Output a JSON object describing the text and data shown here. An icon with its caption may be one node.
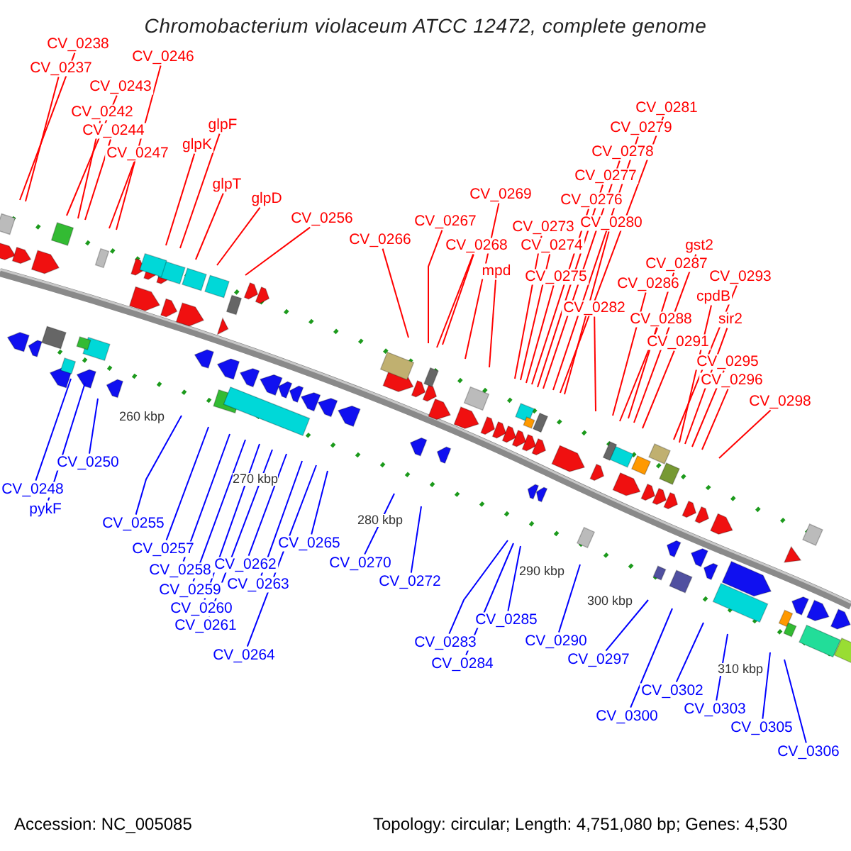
{
  "diagram": {
    "title": "Chromobacterium violaceum ATCC 12472, complete genome",
    "nodes": [
      {
        "text": [
          "CV_0238"
        ]
      },
      {
        "text": [
          "CV_0237"
        ]
      },
      {
        "text": [
          "CV_0246"
        ]
      },
      {
        "text": [
          "CV_0243"
        ]
      },
      {
        "text": [
          "CV_0242"
        ]
      },
      {
        "text": [
          "CV_0244"
        ]
      },
      {
        "text": [
          "CV_0247"
        ]
      },
      {
        "text": [
          "glpF"
        ]
      },
      {
        "text": [
          "glpK"
        ]
      },
      {
        "text": [
          "glpT"
        ]
      },
      {
        "text": [
          "glpD"
        ]
      },
      {
        "text": [
          "CV_0256"
        ]
      },
      {
        "text": [
          "CV_0266"
        ]
      },
      {
        "text": [
          "CV_0269"
        ]
      },
      {
        "text": [
          "CV_0267"
        ]
      },
      {
        "text": [
          "CV_0268"
        ]
      },
      {
        "text": [
          "mpd"
        ]
      },
      {
        "text": [
          "CV_0273"
        ]
      },
      {
        "text": [
          "CV_0274"
        ]
      },
      {
        "text": [
          "CV_0275"
        ]
      },
      {
        "text": [
          "CV_0276"
        ]
      },
      {
        "text": [
          "CV_0277"
        ]
      },
      {
        "text": [
          "CV_0278"
        ]
      },
      {
        "text": [
          "CV_0279"
        ]
      },
      {
        "text": [
          "CV_0281"
        ]
      },
      {
        "text": [
          "CV_0280"
        ]
      },
      {
        "text": [
          "CV_0282"
        ]
      },
      {
        "text": [
          "gst2"
        ]
      },
      {
        "text": [
          "CV_0287"
        ]
      },
      {
        "text": [
          "CV_0286"
        ]
      },
      {
        "text": [
          "CV_0288"
        ]
      },
      {
        "text": [
          "CV_0291"
        ]
      },
      {
        "text": [
          "CV_0293"
        ]
      },
      {
        "text": [
          "cpdB"
        ]
      },
      {
        "text": [
          "sir2"
        ]
      },
      {
        "text": [
          "CV_0295"
        ]
      },
      {
        "text": [
          "CV_0296"
        ]
      },
      {
        "text": [
          "CV_0298"
        ]
      },
      {
        "text": [
          "CV_0248"
        ]
      },
      {
        "text": [
          "pykF"
        ]
      },
      {
        "text": [
          "CV_0250"
        ]
      },
      {
        "text": [
          "CV_0255"
        ]
      },
      {
        "text": [
          "CV_0257"
        ]
      },
      {
        "text": [
          "CV_0258"
        ]
      },
      {
        "text": [
          "CV_0259"
        ]
      },
      {
        "text": [
          "CV_0260"
        ]
      },
      {
        "text": [
          "CV_0261"
        ]
      },
      {
        "text": [
          "CV_0262"
        ]
      },
      {
        "text": [
          "CV_0263"
        ]
      },
      {
        "text": [
          "CV_0264"
        ]
      },
      {
        "text": [
          "CV_0265"
        ]
      },
      {
        "text": [
          "CV_0270"
        ]
      },
      {
        "text": [
          "CV_0272"
        ]
      },
      {
        "text": [
          "CV_0283"
        ]
      },
      {
        "text": [
          "CV_0284"
        ]
      },
      {
        "text": [
          "CV_0285"
        ]
      },
      {
        "text": [
          "CV_0290"
        ]
      },
      {
        "text": [
          "CV_0297"
        ]
      },
      {
        "text": [
          "CV_0300"
        ]
      },
      {
        "text": [
          "CV_0302"
        ]
      },
      {
        "text": [
          "CV_0303"
        ]
      },
      {
        "text": [
          "CV_0305"
        ]
      },
      {
        "text": [
          "CV_0306"
        ]
      }
    ],
    "edges": [
      {
        "from": 0,
        "to": null,
        "arrow": "none"
      },
      {
        "from": 1,
        "to": null,
        "arrow": "none"
      },
      {
        "from": 2,
        "to": null,
        "arrow": "none"
      },
      {
        "from": 3,
        "to": null,
        "arrow": "none"
      },
      {
        "from": 4,
        "to": null,
        "arrow": "none"
      },
      {
        "from": 5,
        "to": null,
        "arrow": "none"
      },
      {
        "from": 6,
        "to": null,
        "arrow": "none"
      },
      {
        "from": 7,
        "to": null,
        "arrow": "none"
      },
      {
        "from": 8,
        "to": null,
        "arrow": "none"
      },
      {
        "from": 9,
        "to": null,
        "arrow": "none"
      },
      {
        "from": 10,
        "to": null,
        "arrow": "none"
      },
      {
        "from": 11,
        "to": null,
        "arrow": "none"
      },
      {
        "from": 12,
        "to": null,
        "arrow": "none"
      },
      {
        "from": 13,
        "to": null,
        "arrow": "none"
      },
      {
        "from": 14,
        "to": null,
        "arrow": "none"
      },
      {
        "from": 15,
        "to": null,
        "arrow": "none"
      },
      {
        "from": 15,
        "to": null,
        "arrow": "none"
      },
      {
        "from": 16,
        "to": null,
        "arrow": "none"
      },
      {
        "from": 17,
        "to": null,
        "arrow": "none"
      },
      {
        "from": 18,
        "to": null,
        "arrow": "none"
      },
      {
        "from": 19,
        "to": null,
        "arrow": "none"
      },
      {
        "from": 20,
        "to": null,
        "arrow": "none"
      },
      {
        "from": 21,
        "to": null,
        "arrow": "none"
      },
      {
        "from": 22,
        "to": null,
        "arrow": "none"
      },
      {
        "from": 23,
        "to": null,
        "arrow": "none"
      },
      {
        "from": 24,
        "to": null,
        "arrow": "none"
      },
      {
        "from": 25,
        "to": null,
        "arrow": "none"
      },
      {
        "from": 26,
        "to": null,
        "arrow": "none"
      },
      {
        "from": 27,
        "to": null,
        "arrow": "none"
      },
      {
        "from": 28,
        "to": null,
        "arrow": "none"
      },
      {
        "from": 29,
        "to": null,
        "arrow": "none"
      },
      {
        "from": 30,
        "to": null,
        "arrow": "none"
      },
      {
        "from": 31,
        "to": null,
        "arrow": "none"
      },
      {
        "from": 32,
        "to": null,
        "arrow": "none"
      },
      {
        "from": 33,
        "to": null,
        "arrow": "none"
      },
      {
        "from": 34,
        "to": null,
        "arrow": "none"
      },
      {
        "from": 35,
        "to": null,
        "arrow": "none"
      },
      {
        "from": 36,
        "to": null,
        "arrow": "none"
      },
      {
        "from": 37,
        "to": null,
        "arrow": "none"
      },
      {
        "from": 38,
        "to": null,
        "arrow": "none",
        "color": "#0000ff"
      },
      {
        "from": 39,
        "to": null,
        "arrow": "none",
        "color": "#0000ff"
      },
      {
        "from": 40,
        "to": null,
        "arrow": "none",
        "color": "#0000ff"
      },
      {
        "from": 41,
        "to": null,
        "arrow": "none",
        "color": "#0000ff"
      },
      {
        "from": 42,
        "to": null,
        "arrow": "none",
        "color": "#0000ff"
      },
      {
        "from": 43,
        "to": null,
        "arrow": "none",
        "color": "#0000ff"
      },
      {
        "from": 44,
        "to": null,
        "arrow": "none",
        "color": "#0000ff"
      },
      {
        "from": 45,
        "to": null,
        "arrow": "none",
        "color": "#0000ff"
      },
      {
        "from": 46,
        "to": null,
        "arrow": "none",
        "color": "#0000ff"
      },
      {
        "from": 47,
        "to": null,
        "arrow": "none",
        "color": "#0000ff"
      },
      {
        "from": 48,
        "to": null,
        "arrow": "none",
        "color": "#0000ff"
      },
      {
        "from": 49,
        "to": null,
        "arrow": "none",
        "color": "#0000ff"
      },
      {
        "from": 50,
        "to": null,
        "arrow": "none",
        "color": "#0000ff"
      },
      {
        "from": 51,
        "to": null,
        "arrow": "none",
        "color": "#0000ff"
      },
      {
        "from": 52,
        "to": null,
        "arrow": "none",
        "color": "#0000ff"
      },
      {
        "from": 53,
        "to": null,
        "arrow": "none",
        "color": "#0000ff"
      },
      {
        "from": 54,
        "to": null,
        "arrow": "none",
        "color": "#0000ff"
      },
      {
        "from": 55,
        "to": null,
        "arrow": "none",
        "color": "#0000ff"
      },
      {
        "from": 56,
        "to": null,
        "arrow": "none",
        "color": "#0000ff"
      },
      {
        "from": 57,
        "to": null,
        "arrow": "none",
        "color": "#0000ff"
      },
      {
        "from": 58,
        "to": null,
        "arrow": "none",
        "color": "#0000ff"
      },
      {
        "from": 59,
        "to": null,
        "arrow": "none",
        "color": "#0000ff"
      },
      {
        "from": 60,
        "to": null,
        "arrow": "none",
        "color": "#0000ff"
      },
      {
        "from": 61,
        "to": null,
        "arrow": "none",
        "color": "#0000ff"
      },
      {
        "from": 62,
        "to": null,
        "arrow": "none",
        "color": "#0000ff"
      }
    ],
    "labels": [
      "260 kbp",
      "270 kbp",
      "280 kbp",
      "290 kbp",
      "300 kbp",
      "310 kbp",
      "Accession: NC_005085",
      "Topology: circular; Length: 4,751,080 bp; Genes: 4,530"
    ]
  }
}
